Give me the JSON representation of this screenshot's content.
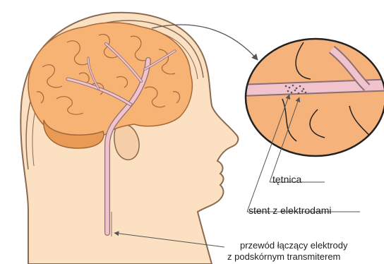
{
  "labels": {
    "artery": "tętnica",
    "stent": "stent z elektrodami",
    "wire_line1": "przewód łączący elektrody",
    "wire_line2": "z podskórnym transmiterem"
  },
  "colors": {
    "skin": "#fbe1c2",
    "skin_outline": "#8a6a50",
    "brain": "#f6b374",
    "brain_dark": "#e79a55",
    "brain_outline": "#a5683a",
    "cerebellum": "#e99a55",
    "vessel": "#f1c3cd",
    "vessel_outline": "#8d6d76",
    "zoom_bg": "#f5b27a",
    "zoom_ring": "#222222",
    "arrow": "#555555"
  }
}
